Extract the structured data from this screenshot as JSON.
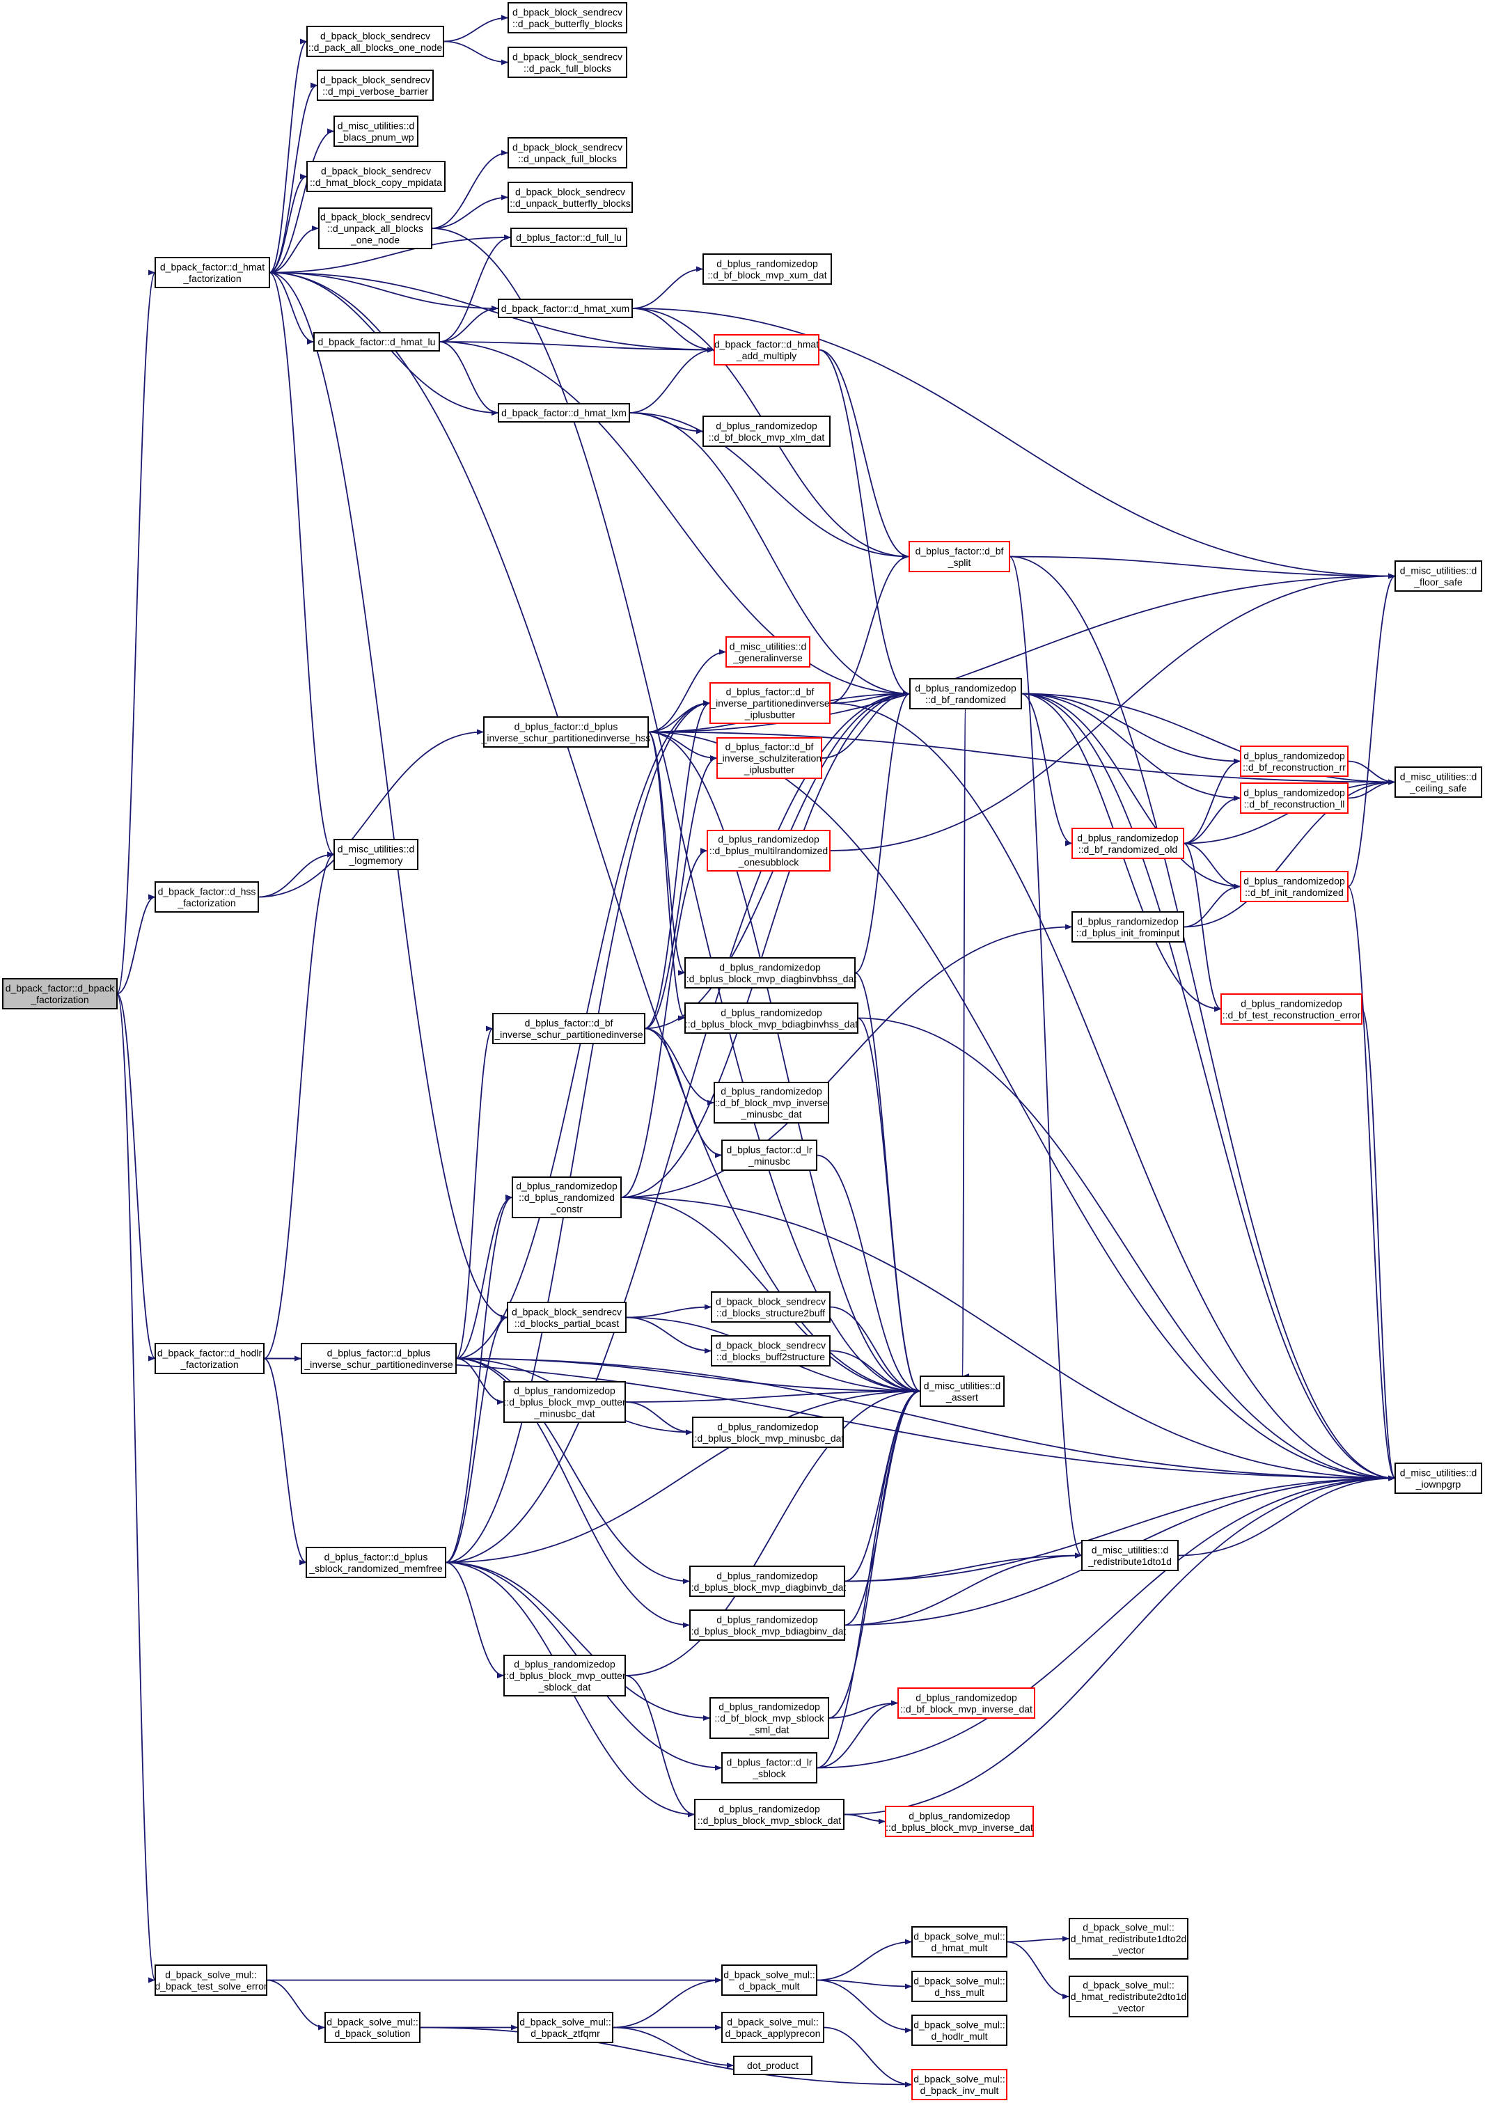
{
  "colors": {
    "edge": "#191970",
    "root_fill": "#bfbfbf",
    "node_fill": "#ffffff",
    "node_border": "#000000",
    "truncated_border": "#ff0000"
  },
  "nodes": [
    {
      "id": "root",
      "lines": [
        "d_bpack_factor::d_bpack",
        "_factorization"
      ],
      "style": "root"
    },
    {
      "id": "hmat_fact",
      "lines": [
        "d_bpack_factor::d_hmat",
        "_factorization"
      ]
    },
    {
      "id": "hss_fact",
      "lines": [
        "d_bpack_factor::d_hss",
        "_factorization"
      ]
    },
    {
      "id": "hodlr_fact",
      "lines": [
        "d_bpack_factor::d_hodlr",
        "_factorization"
      ]
    },
    {
      "id": "test_solve",
      "lines": [
        "d_bpack_solve_mul::",
        "d_bpack_test_solve_error"
      ]
    },
    {
      "id": "pack_all",
      "lines": [
        "d_bpack_block_sendrecv",
        "::d_pack_all_blocks_one_node"
      ]
    },
    {
      "id": "mpi_verbose",
      "lines": [
        "d_bpack_block_sendrecv",
        "::d_mpi_verbose_barrier"
      ]
    },
    {
      "id": "blacs_pnum",
      "lines": [
        "d_misc_utilities::d",
        "_blacs_pnum_wp"
      ]
    },
    {
      "id": "hmat_block_copy",
      "lines": [
        "d_bpack_block_sendrecv",
        "::d_hmat_block_copy_mpidata"
      ]
    },
    {
      "id": "unpack_all",
      "lines": [
        "d_bpack_block_sendrecv",
        "::d_unpack_all_blocks",
        "_one_node"
      ]
    },
    {
      "id": "hmat_lu",
      "lines": [
        "d_bpack_factor::d_hmat_lu"
      ]
    },
    {
      "id": "logmemory",
      "lines": [
        "d_misc_utilities::d",
        "_logmemory"
      ]
    },
    {
      "id": "pack_butterfly",
      "lines": [
        "d_bpack_block_sendrecv",
        "::d_pack_butterfly_blocks"
      ]
    },
    {
      "id": "pack_full",
      "lines": [
        "d_bpack_block_sendrecv",
        "::d_pack_full_blocks"
      ]
    },
    {
      "id": "unpack_full",
      "lines": [
        "d_bpack_block_sendrecv",
        "::d_unpack_full_blocks"
      ]
    },
    {
      "id": "unpack_butterfly",
      "lines": [
        "d_bpack_block_sendrecv",
        "::d_unpack_butterfly_blocks"
      ]
    },
    {
      "id": "full_lu",
      "lines": [
        "d_bplus_factor::d_full_lu"
      ]
    },
    {
      "id": "hmat_xum",
      "lines": [
        "d_bpack_factor::d_hmat_xum"
      ]
    },
    {
      "id": "hmat_lxm",
      "lines": [
        "d_bpack_factor::d_hmat_lxm"
      ]
    },
    {
      "id": "bf_mvp_xum",
      "lines": [
        "d_bplus_randomizedop",
        "::d_bf_block_mvp_xum_dat"
      ]
    },
    {
      "id": "hmat_add_mult",
      "lines": [
        "d_bpack_factor::d_hmat",
        "_add_multiply"
      ],
      "style": "red"
    },
    {
      "id": "bf_mvp_xlm",
      "lines": [
        "d_bplus_randomizedop",
        "::d_bf_block_mvp_xlm_dat"
      ]
    },
    {
      "id": "bf_split",
      "lines": [
        "d_bplus_factor::d_bf",
        "_split"
      ],
      "style": "red"
    },
    {
      "id": "floor_safe",
      "lines": [
        "d_misc_utilities::d",
        "_floor_safe"
      ]
    },
    {
      "id": "ceiling_safe",
      "lines": [
        "d_misc_utilities::d",
        "_ceiling_safe"
      ]
    },
    {
      "id": "generalinverse",
      "lines": [
        "d_misc_utilities::d",
        "_generalinverse"
      ],
      "style": "red"
    },
    {
      "id": "bf_inv_part_iplus",
      "lines": [
        "d_bplus_factor::d_bf",
        "_inverse_partitionedinverse",
        "_iplusbutter"
      ],
      "style": "red"
    },
    {
      "id": "bf_inv_schulz",
      "lines": [
        "d_bplus_factor::d_bf",
        "_inverse_schulziteration",
        "_iplusbutter"
      ],
      "style": "red"
    },
    {
      "id": "bf_randomized",
      "lines": [
        "d_bplus_randomizedop",
        "::d_bf_randomized"
      ]
    },
    {
      "id": "bplus_inv_schur_hss",
      "lines": [
        "d_bplus_factor::d_bplus",
        "_inverse_schur_partitionedinverse_hss"
      ]
    },
    {
      "id": "multilr_onesub",
      "lines": [
        "d_bplus_randomizedop",
        "::d_bplus_multilrandomized",
        "_onesubblock"
      ],
      "style": "red"
    },
    {
      "id": "bf_recon_rr",
      "lines": [
        "d_bplus_randomizedop",
        "::d_bf_reconstruction_rr"
      ],
      "style": "red"
    },
    {
      "id": "bf_recon_ll",
      "lines": [
        "d_bplus_randomizedop",
        "::d_bf_reconstruction_ll"
      ],
      "style": "red"
    },
    {
      "id": "bf_rand_old",
      "lines": [
        "d_bplus_randomizedop",
        "::d_bf_randomized_old"
      ],
      "style": "red"
    },
    {
      "id": "bf_init_rand",
      "lines": [
        "d_bplus_randomizedop",
        "::d_bf_init_randomized"
      ],
      "style": "red"
    },
    {
      "id": "init_frominput",
      "lines": [
        "d_bplus_randomizedop",
        "::d_bplus_init_frominput"
      ]
    },
    {
      "id": "diaginvbhss",
      "lines": [
        "d_bplus_randomizedop",
        "::d_bplus_block_mvp_diagbinvbhss_dat"
      ]
    },
    {
      "id": "bdiaginvhss",
      "lines": [
        "d_bplus_randomizedop",
        "::d_bplus_block_mvp_bdiagbinvhss_dat"
      ]
    },
    {
      "id": "bf_inv_schur_part",
      "lines": [
        "d_bplus_factor::d_bf",
        "_inverse_schur_partitionedinverse"
      ]
    },
    {
      "id": "bf_test_recon",
      "lines": [
        "d_bplus_randomizedop",
        "::d_bf_test_reconstruction_error"
      ],
      "style": "red"
    },
    {
      "id": "bf_mvp_inv_minusbc",
      "lines": [
        "d_bplus_randomizedop",
        "::d_bf_block_mvp_inverse",
        "_minusbc_dat"
      ]
    },
    {
      "id": "lr_minusbc",
      "lines": [
        "d_bplus_factor::d_lr",
        "_minusbc"
      ]
    },
    {
      "id": "bplus_rand_constr",
      "lines": [
        "d_bplus_randomizedop",
        "::d_bplus_randomized",
        "_constr"
      ]
    },
    {
      "id": "blocks_partial_bcast",
      "lines": [
        "d_bpack_block_sendrecv",
        "::d_blocks_partial_bcast"
      ]
    },
    {
      "id": "blocks_struct2buff",
      "lines": [
        "d_bpack_block_sendrecv",
        "::d_blocks_structure2buff"
      ]
    },
    {
      "id": "blocks_buff2struct",
      "lines": [
        "d_bpack_block_sendrecv",
        "::d_blocks_buff2structure"
      ]
    },
    {
      "id": "assert",
      "lines": [
        "d_misc_utilities::d",
        "_assert"
      ]
    },
    {
      "id": "bplus_inv_schur_part",
      "lines": [
        "d_bplus_factor::d_bplus",
        "_inverse_schur_partitionedinverse"
      ]
    },
    {
      "id": "mvp_outter_minusbc",
      "lines": [
        "d_bplus_randomizedop",
        "::d_bplus_block_mvp_outter",
        "_minusbc_dat"
      ]
    },
    {
      "id": "mvp_minusbc",
      "lines": [
        "d_bplus_randomizedop",
        "::d_bplus_block_mvp_minusbc_dat"
      ]
    },
    {
      "id": "iownpgrp",
      "lines": [
        "d_misc_utilities::d",
        "_iownpgrp"
      ]
    },
    {
      "id": "redistribute1dto1d",
      "lines": [
        "d_misc_utilities::d",
        "_redistribute1dto1d"
      ]
    },
    {
      "id": "sblock_rand_memfree",
      "lines": [
        "d_bplus_factor::d_bplus",
        "_sblock_randomized_memfree"
      ]
    },
    {
      "id": "mvp_diagbinvb",
      "lines": [
        "d_bplus_randomizedop",
        "::d_bplus_block_mvp_diagbinvb_dat"
      ]
    },
    {
      "id": "mvp_bdiagbinv",
      "lines": [
        "d_bplus_randomizedop",
        "::d_bplus_block_mvp_bdiagbinv_dat"
      ]
    },
    {
      "id": "mvp_outter_sblock",
      "lines": [
        "d_bplus_randomizedop",
        "::d_bplus_block_mvp_outter",
        "_sblock_dat"
      ]
    },
    {
      "id": "bf_mvp_sblock_sml",
      "lines": [
        "d_bplus_randomizedop",
        "::d_bf_block_mvp_sblock",
        "_sml_dat"
      ]
    },
    {
      "id": "bf_mvp_inverse",
      "lines": [
        "d_bplus_randomizedop",
        "::d_bf_block_mvp_inverse_dat"
      ],
      "style": "red"
    },
    {
      "id": "lr_sblock",
      "lines": [
        "d_bplus_factor::d_lr",
        "_sblock"
      ]
    },
    {
      "id": "mvp_sblock",
      "lines": [
        "d_bplus_randomizedop",
        "::d_bplus_block_mvp_sblock_dat"
      ]
    },
    {
      "id": "bplus_mvp_inverse",
      "lines": [
        "d_bplus_randomizedop",
        "::d_bplus_block_mvp_inverse_dat"
      ],
      "style": "red"
    },
    {
      "id": "bpack_mult",
      "lines": [
        "d_bpack_solve_mul::",
        "d_bpack_mult"
      ]
    },
    {
      "id": "hmat_mult",
      "lines": [
        "d_bpack_solve_mul::",
        "d_hmat_mult"
      ]
    },
    {
      "id": "hss_mult",
      "lines": [
        "d_bpack_solve_mul::",
        "d_hss_mult"
      ]
    },
    {
      "id": "hodlr_mult",
      "lines": [
        "d_bpack_solve_mul::",
        "d_hodlr_mult"
      ]
    },
    {
      "id": "hmat_redist_1to2",
      "lines": [
        "d_bpack_solve_mul::",
        "d_hmat_redistribute1dto2d",
        "_vector"
      ]
    },
    {
      "id": "hmat_redist_2to1",
      "lines": [
        "d_bpack_solve_mul::",
        "d_hmat_redistribute2dto1d",
        "_vector"
      ]
    },
    {
      "id": "bpack_solution",
      "lines": [
        "d_bpack_solve_mul::",
        "d_bpack_solution"
      ]
    },
    {
      "id": "ztfqmr",
      "lines": [
        "d_bpack_solve_mul::",
        "d_bpack_ztfqmr"
      ]
    },
    {
      "id": "applyprecon",
      "lines": [
        "d_bpack_solve_mul::",
        "d_bpack_applyprecon"
      ]
    },
    {
      "id": "dot_product",
      "lines": [
        "dot_product"
      ]
    },
    {
      "id": "inv_mult",
      "lines": [
        "d_bpack_solve_mul::",
        "d_bpack_inv_mult"
      ],
      "style": "red"
    }
  ],
  "edges": [
    [
      "root",
      "hmat_fact"
    ],
    [
      "root",
      "hss_fact"
    ],
    [
      "root",
      "hodlr_fact"
    ],
    [
      "root",
      "test_solve"
    ],
    [
      "hmat_fact",
      "pack_all"
    ],
    [
      "hmat_fact",
      "mpi_verbose"
    ],
    [
      "hmat_fact",
      "blacs_pnum"
    ],
    [
      "hmat_fact",
      "hmat_block_copy"
    ],
    [
      "hmat_fact",
      "unpack_all"
    ],
    [
      "hmat_fact",
      "full_lu"
    ],
    [
      "hmat_fact",
      "hmat_xum"
    ],
    [
      "hmat_fact",
      "hmat_lu"
    ],
    [
      "hmat_fact",
      "hmat_add_mult"
    ],
    [
      "hmat_fact",
      "hmat_lxm"
    ],
    [
      "hmat_fact",
      "logmemory"
    ],
    [
      "hmat_fact",
      "blocks_partial_bcast"
    ],
    [
      "hmat_fact",
      "assert"
    ],
    [
      "pack_all",
      "pack_butterfly"
    ],
    [
      "pack_all",
      "pack_full"
    ],
    [
      "unpack_all",
      "unpack_full"
    ],
    [
      "unpack_all",
      "unpack_butterfly"
    ],
    [
      "unpack_all",
      "assert"
    ],
    [
      "hmat_lu",
      "full_lu"
    ],
    [
      "hmat_lu",
      "hmat_xum"
    ],
    [
      "hmat_lu",
      "hmat_add_mult"
    ],
    [
      "hmat_lu",
      "hmat_lxm"
    ],
    [
      "hmat_lu",
      "bf_randomized"
    ],
    [
      "hmat_xum",
      "floor_safe"
    ],
    [
      "hmat_xum",
      "bf_mvp_xum"
    ],
    [
      "hmat_xum",
      "hmat_add_mult"
    ],
    [
      "hmat_xum",
      "bf_split"
    ],
    [
      "hmat_lxm",
      "hmat_add_mult"
    ],
    [
      "hmat_lxm",
      "bf_mvp_xlm"
    ],
    [
      "hmat_lxm",
      "bf_split"
    ],
    [
      "hmat_lxm",
      "bf_randomized"
    ],
    [
      "hmat_add_mult",
      "bf_split"
    ],
    [
      "hmat_add_mult",
      "bf_randomized"
    ],
    [
      "bf_split",
      "floor_safe"
    ],
    [
      "bf_split",
      "redistribute1dto1d"
    ],
    [
      "bf_split",
      "iownpgrp"
    ],
    [
      "hss_fact",
      "logmemory"
    ],
    [
      "hss_fact",
      "bplus_inv_schur_hss"
    ],
    [
      "hodlr_fact",
      "logmemory"
    ],
    [
      "hodlr_fact",
      "bplus_inv_schur_part"
    ],
    [
      "hodlr_fact",
      "sblock_rand_memfree"
    ],
    [
      "hodlr_fact",
      "iownpgrp"
    ],
    [
      "bplus_inv_schur_hss",
      "floor_safe"
    ],
    [
      "bplus_inv_schur_hss",
      "generalinverse"
    ],
    [
      "bplus_inv_schur_hss",
      "bf_inv_part_iplus"
    ],
    [
      "bplus_inv_schur_hss",
      "bf_inv_schulz"
    ],
    [
      "bplus_inv_schur_hss",
      "bf_randomized"
    ],
    [
      "bplus_inv_schur_hss",
      "ceiling_safe"
    ],
    [
      "bplus_inv_schur_hss",
      "diaginvbhss"
    ],
    [
      "bplus_inv_schur_hss",
      "bdiaginvhss"
    ],
    [
      "bplus_inv_schur_hss",
      "assert"
    ],
    [
      "bplus_inv_schur_hss",
      "iownpgrp"
    ],
    [
      "bf_inv_part_iplus",
      "bf_split"
    ],
    [
      "bf_inv_part_iplus",
      "bf_randomized"
    ],
    [
      "bf_inv_part_iplus",
      "iownpgrp"
    ],
    [
      "bf_inv_schulz",
      "bf_randomized"
    ],
    [
      "multilr_onesub",
      "floor_safe"
    ],
    [
      "bf_randomized",
      "ceiling_safe"
    ],
    [
      "bf_randomized",
      "bf_recon_rr"
    ],
    [
      "bf_randomized",
      "bf_recon_ll"
    ],
    [
      "bf_randomized",
      "bf_rand_old"
    ],
    [
      "bf_randomized",
      "bf_init_rand"
    ],
    [
      "bf_randomized",
      "bf_test_recon"
    ],
    [
      "bf_randomized",
      "assert"
    ],
    [
      "bf_randomized",
      "iownpgrp"
    ],
    [
      "bf_recon_rr",
      "ceiling_safe"
    ],
    [
      "bf_recon_ll",
      "ceiling_safe"
    ],
    [
      "bf_rand_old",
      "bf_recon_rr"
    ],
    [
      "bf_rand_old",
      "bf_recon_ll"
    ],
    [
      "bf_rand_old",
      "bf_init_rand"
    ],
    [
      "bf_rand_old",
      "ceiling_safe"
    ],
    [
      "bf_rand_old",
      "bf_test_recon"
    ],
    [
      "bf_init_rand",
      "floor_safe"
    ],
    [
      "bf_init_rand",
      "iownpgrp"
    ],
    [
      "init_frominput",
      "bf_init_rand"
    ],
    [
      "init_frominput",
      "ceiling_safe"
    ],
    [
      "bf_test_recon",
      "iownpgrp"
    ],
    [
      "diaginvbhss",
      "bf_randomized"
    ],
    [
      "diaginvbhss",
      "assert"
    ],
    [
      "bdiaginvhss",
      "assert"
    ],
    [
      "bdiaginvhss",
      "iownpgrp"
    ],
    [
      "bf_inv_schur_part",
      "bf_inv_part_iplus"
    ],
    [
      "bf_inv_schur_part",
      "bf_inv_schulz"
    ],
    [
      "bf_inv_schur_part",
      "bf_randomized"
    ],
    [
      "bf_inv_schur_part",
      "bf_mvp_inv_minusbc"
    ],
    [
      "bf_inv_schur_part",
      "lr_minusbc"
    ],
    [
      "lr_minusbc",
      "assert"
    ],
    [
      "bplus_rand_constr",
      "multilr_onesub"
    ],
    [
      "bplus_rand_constr",
      "bf_randomized"
    ],
    [
      "bplus_rand_constr",
      "init_frominput"
    ],
    [
      "bplus_rand_constr",
      "assert"
    ],
    [
      "bplus_rand_constr",
      "iownpgrp"
    ],
    [
      "blocks_partial_bcast",
      "blocks_struct2buff"
    ],
    [
      "blocks_partial_bcast",
      "blocks_buff2struct"
    ],
    [
      "blocks_partial_bcast",
      "assert"
    ],
    [
      "blocks_struct2buff",
      "assert"
    ],
    [
      "blocks_buff2struct",
      "assert"
    ],
    [
      "bplus_inv_schur_part",
      "bf_inv_schur_part"
    ],
    [
      "bplus_inv_schur_part",
      "bplus_rand_constr"
    ],
    [
      "bplus_inv_schur_part",
      "bf_inv_part_iplus"
    ],
    [
      "bplus_inv_schur_part",
      "mvp_outter_minusbc"
    ],
    [
      "bplus_inv_schur_part",
      "mvp_minusbc"
    ],
    [
      "bplus_inv_schur_part",
      "mvp_diagbinvb"
    ],
    [
      "bplus_inv_schur_part",
      "mvp_bdiagbinv"
    ],
    [
      "bplus_inv_schur_part",
      "assert"
    ],
    [
      "bplus_inv_schur_part",
      "iownpgrp"
    ],
    [
      "mvp_outter_minusbc",
      "mvp_minusbc"
    ],
    [
      "mvp_outter_minusbc",
      "assert"
    ],
    [
      "mvp_diagbinvb",
      "redistribute1dto1d"
    ],
    [
      "mvp_diagbinvb",
      "assert"
    ],
    [
      "mvp_diagbinvb",
      "iownpgrp"
    ],
    [
      "mvp_bdiagbinv",
      "redistribute1dto1d"
    ],
    [
      "mvp_bdiagbinv",
      "assert"
    ],
    [
      "mvp_bdiagbinv",
      "iownpgrp"
    ],
    [
      "redistribute1dto1d",
      "iownpgrp"
    ],
    [
      "sblock_rand_memfree",
      "bplus_rand_constr"
    ],
    [
      "sblock_rand_memfree",
      "bf_inv_part_iplus"
    ],
    [
      "sblock_rand_memfree",
      "bf_randomized"
    ],
    [
      "sblock_rand_memfree",
      "assert"
    ],
    [
      "sblock_rand_memfree",
      "mvp_outter_sblock"
    ],
    [
      "sblock_rand_memfree",
      "bf_mvp_sblock_sml"
    ],
    [
      "sblock_rand_memfree",
      "lr_sblock"
    ],
    [
      "sblock_rand_memfree",
      "mvp_sblock"
    ],
    [
      "sblock_rand_memfree",
      "blocks_partial_bcast"
    ],
    [
      "mvp_outter_sblock",
      "mvp_sblock"
    ],
    [
      "mvp_outter_sblock",
      "assert"
    ],
    [
      "bf_mvp_sblock_sml",
      "bf_mvp_inverse"
    ],
    [
      "bf_mvp_sblock_sml",
      "assert"
    ],
    [
      "lr_sblock",
      "bf_mvp_inverse"
    ],
    [
      "lr_sblock",
      "assert"
    ],
    [
      "lr_sblock",
      "iownpgrp"
    ],
    [
      "mvp_sblock",
      "bplus_mvp_inverse"
    ],
    [
      "mvp_sblock",
      "iownpgrp"
    ],
    [
      "test_solve",
      "bpack_mult"
    ],
    [
      "test_solve",
      "bpack_solution"
    ],
    [
      "bpack_mult",
      "hmat_mult"
    ],
    [
      "bpack_mult",
      "hss_mult"
    ],
    [
      "bpack_mult",
      "hodlr_mult"
    ],
    [
      "hmat_mult",
      "hmat_redist_1to2"
    ],
    [
      "hmat_mult",
      "hmat_redist_2to1"
    ],
    [
      "bpack_solution",
      "ztfqmr"
    ],
    [
      "bpack_solution",
      "inv_mult"
    ],
    [
      "ztfqmr",
      "bpack_mult"
    ],
    [
      "ztfqmr",
      "applyprecon"
    ],
    [
      "ztfqmr",
      "dot_product"
    ],
    [
      "applyprecon",
      "inv_mult"
    ]
  ]
}
